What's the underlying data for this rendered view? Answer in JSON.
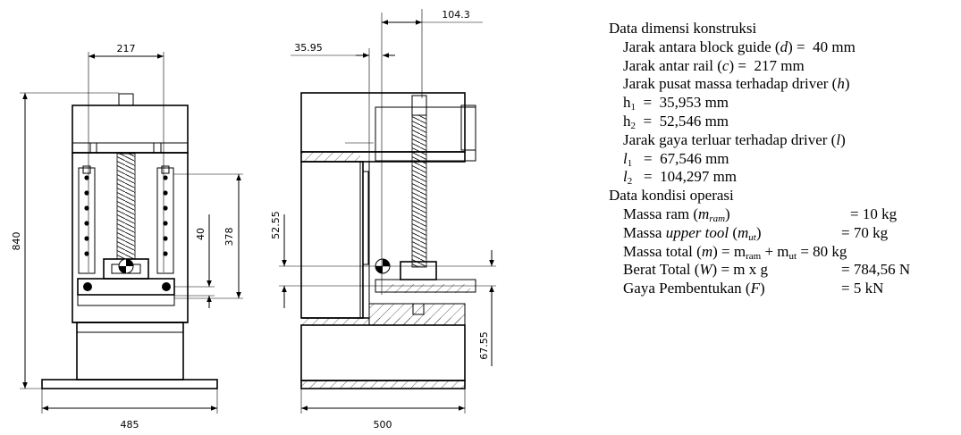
{
  "dimensions": {
    "front_width_top": "217",
    "front_height_total": "840",
    "front_height_spring": "378",
    "front_small": "40",
    "front_base_width": "485",
    "side_offset_top": "35.95",
    "side_offset_right": "104.3",
    "side_height_left": "52.55",
    "side_height_right": "67.55",
    "side_base_width": "500"
  },
  "specs": {
    "section1_title": "Data dimensi konstruksi",
    "d_label": "Jarak antara block guide (",
    "d_var": "d",
    "d_value": ") =  40 mm",
    "c_label": "Jarak antar rail (",
    "c_var": "c",
    "c_value": ") =  217 mm",
    "h_label": "Jarak pusat massa terhadap driver (",
    "h_var": "h",
    "h_end": ")",
    "h1_sym": "h",
    "h1_sub": "1",
    "h1_value": "  =  35,953 mm",
    "h2_sym": "h",
    "h2_sub": "2",
    "h2_value": "  =  52,546 mm",
    "l_label": "Jarak gaya terluar terhadap driver (",
    "l_var": "l",
    "l_end": ")",
    "l1_sym": "l",
    "l1_sub": "1",
    "l1_value": "   =  67,546 mm",
    "l2_sym": "l",
    "l2_sub": "2",
    "l2_value": "   =  104,297 mm",
    "section2_title": "Data kondisi operasi",
    "ram_label": "Massa ram (",
    "ram_var": "m",
    "ram_sub": "ram",
    "ram_end": ")",
    "ram_value": "= 10 kg",
    "ut_label": "Massa ",
    "ut_italic": "upper tool",
    "ut_mid": " (",
    "ut_var": "m",
    "ut_sub": "ut",
    "ut_end": ")",
    "ut_value": "= 70 kg",
    "total_label": "Massa total (",
    "total_var": "m",
    "total_mid": ") = m",
    "total_sub1": "ram",
    "total_plus": " + m",
    "total_sub2": "ut",
    "total_value": " = 80 kg",
    "weight_label": "Berat Total (",
    "weight_var": "W",
    "weight_mid": ") = m x g",
    "weight_value": "= 784,56 N",
    "force_label": "Gaya Pembentukan (",
    "force_var": "F",
    "force_end": ")",
    "force_value": "= 5 kN"
  }
}
